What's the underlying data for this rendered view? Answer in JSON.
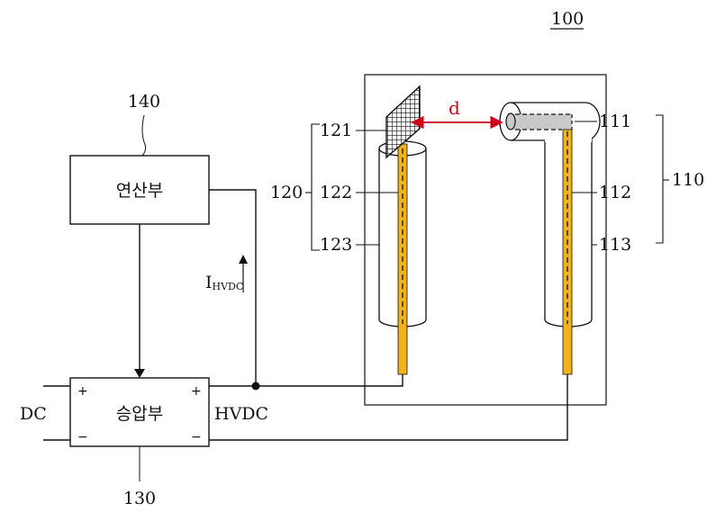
{
  "figure": {
    "figure_number": "100",
    "blocks": {
      "calc_unit": {
        "label": "연산부",
        "ref": "140"
      },
      "booster": {
        "label": "승압부",
        "ref": "130",
        "plus_in": "+",
        "plus_out": "+",
        "minus_in": "−",
        "minus_out": "−"
      }
    },
    "io": {
      "input": "DC",
      "output": "HVDC"
    },
    "current": {
      "main": "I",
      "sub": "HVDC"
    },
    "gap_label": "d",
    "first_electrode": {
      "group_ref": "110",
      "tip_ref": "111",
      "conductor_ref": "112",
      "insulator_ref": "113"
    },
    "second_electrode": {
      "group_ref": "120",
      "tip_ref": "121",
      "conductor_ref": "122",
      "insulator_ref": "123"
    },
    "colors": {
      "conductor": "#f2b21b",
      "tip_fill": "#c9c9c9",
      "gap_arrow": "#d0021b",
      "line": "#111111"
    }
  }
}
